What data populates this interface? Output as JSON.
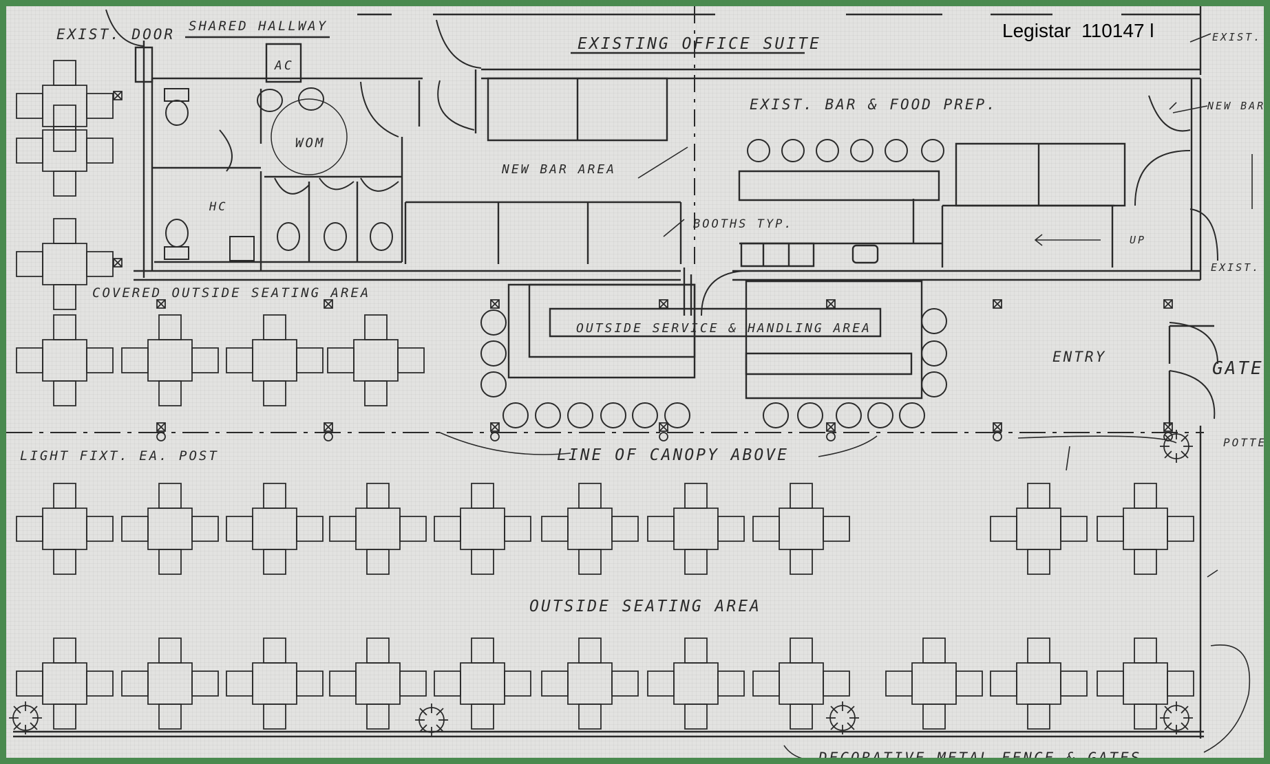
{
  "stamp": "Legistar  110147 l",
  "labels": {
    "exist_door": "EXIST. DOOR",
    "shared_hallway": "SHARED HALLWAY",
    "ac": "AC",
    "existing_office_suite": "EXISTING OFFICE SUITE",
    "exist_entrance_top": "EXIST. OFF. ENTRANCE",
    "new_bar_entrance": "NEW BAR ENTRANCE",
    "exist_bar_food": "EXIST. BAR & FOOD PREP.",
    "wom": "WOM",
    "new_bar_area": "NEW BAR AREA",
    "hc": "HC",
    "booths": "BOOTHS TYP.",
    "up": "UP",
    "exist_entrance_side": "EXIST. ENTRANCE",
    "covered_outside": "COVERED OUTSIDE SEATING AREA",
    "outside_service": "OUTSIDE SERVICE & HANDLING AREA",
    "entry": "ENTRY",
    "gate": "GATE",
    "light_fixt": "LIGHT FIXT. EA. POST",
    "line_canopy": "LINE OF CANOPY ABOVE",
    "potted_plant": "POTTED PLANT",
    "outside_seating": "OUTSIDE SEATING AREA",
    "decorative_fence": "DECORATIVE METAL FENCE & GATES"
  },
  "colors": {
    "frame": "#4a8a4f",
    "paper": "#e3e3e1",
    "ink": "#2a2a2a"
  }
}
